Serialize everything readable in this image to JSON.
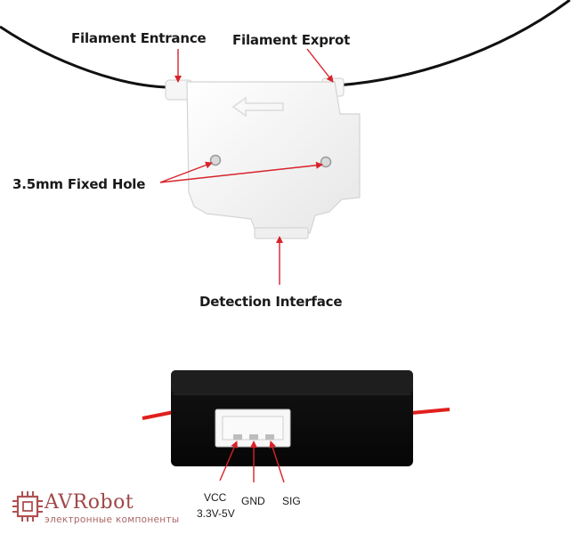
{
  "labels": {
    "filament_entrance": "Filament Entrance",
    "filament_export": "Filament Exprot",
    "fixed_hole": "3.5mm Fixed Hole",
    "detection_interface": "Detection Interface"
  },
  "pins": {
    "vcc": "VCC",
    "voltage": "3.3V-5V",
    "gnd": "GND",
    "sig": "SIG"
  },
  "brand": {
    "name": "AVRobot",
    "tagline": "электронные компоненты"
  },
  "colors": {
    "leader": "#d8222a",
    "housing": "#f4f4f4",
    "sensor_body": "#141414",
    "wire": "#e0201e",
    "brand": "#a04848"
  },
  "icons": {
    "brand_logo": "chip-icon"
  }
}
